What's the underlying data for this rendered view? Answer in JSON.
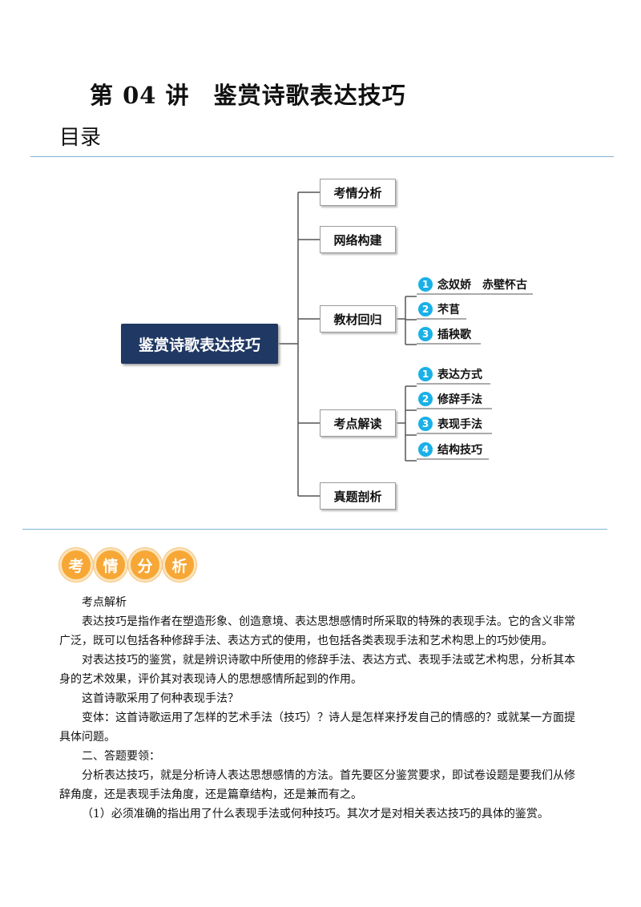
{
  "title": {
    "lecture": "第 04 讲",
    "topic": "鉴赏诗歌表达技巧"
  },
  "toc_label": "目录",
  "mindmap": {
    "root": "鉴赏诗歌表达技巧",
    "branches": {
      "kaoqing": "考情分析",
      "wangluo": "网络构建",
      "jiaocai": "教材回归",
      "kaodian": "考点解读",
      "zhenti": "真题剖析"
    },
    "jiaocai_items": [
      {
        "num": "1",
        "text": "念奴娇　赤壁怀古"
      },
      {
        "num": "2",
        "text": "芣苢"
      },
      {
        "num": "3",
        "text": "插秧歌"
      }
    ],
    "kaodian_items": [
      {
        "num": "1",
        "text": "表达方式"
      },
      {
        "num": "2",
        "text": "修辞手法"
      },
      {
        "num": "3",
        "text": "表现手法"
      },
      {
        "num": "4",
        "text": "结构技巧"
      }
    ]
  },
  "section_badge": [
    "考",
    "情",
    "分",
    "析"
  ],
  "body": {
    "p1": "考点解析",
    "p2": "表达技巧是指作者在塑造形象、创造意境、表达思想感情时所采取的特殊的表现手法。它的含义非常广泛，既可以包括各种修辞手法、表达方式的使用，也包括各类表现手法和艺术构思上的巧妙使用。",
    "p3": "对表达技巧的鉴赏，就是辨识诗歌中所使用的修辞手法、表达方式、表现手法或艺术构思，分析其本身的艺术效果，评价其对表现诗人的思想感情所起到的作用。",
    "p4": "这首诗歌采用了何种表现手法？",
    "p5": "变体：这首诗歌运用了怎样的艺术手法（技巧）？诗人是怎样来抒发自己的情感的？或就某一方面提具体问题。",
    "p6": "二、答题要领：",
    "p7": "分析表达技巧，就是分析诗人表达思想感情的方法。首先要区分鉴赏要求，即试卷设题是要我们从修辞角度，还是表现手法角度，还是篇章结构，还是兼而有之。",
    "p8": "（1）必须准确的指出用了什么表现手法或何种技巧。其次才是对相关表达技巧的具体的鉴赏。"
  }
}
